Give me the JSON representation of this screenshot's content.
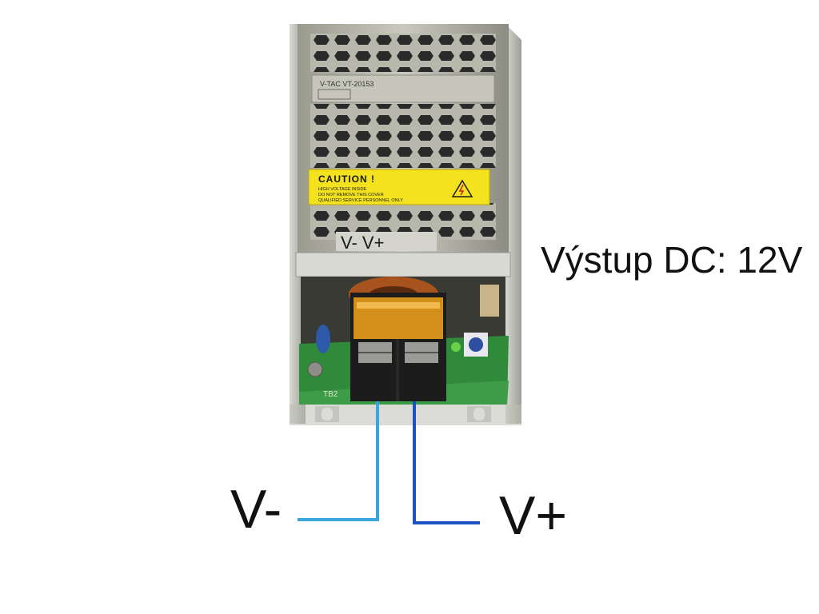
{
  "annotation": {
    "output_label": "Výstup DC: 12V",
    "vminus_label": "V-",
    "vplus_label": "V+"
  },
  "device": {
    "terminal_marking": "V- V+",
    "brand_label": "V-TAC VT-20153",
    "caution_title": "CAUTION !",
    "caution_lines": [
      "HIGH VOLTAGE INSIDE",
      "DO NOT REMOVE THIS COVER",
      "QUALIFIED SERVICE PERSONNEL ONLY"
    ],
    "pcb_label": "TB2"
  },
  "colors": {
    "vminus_wire": "#3aa6dc",
    "vplus_wire": "#1a52c4",
    "caution_yellow": "#f4e21e",
    "pcb_green": "#2f8a3a",
    "fuse_amber": "#f2a41a"
  }
}
